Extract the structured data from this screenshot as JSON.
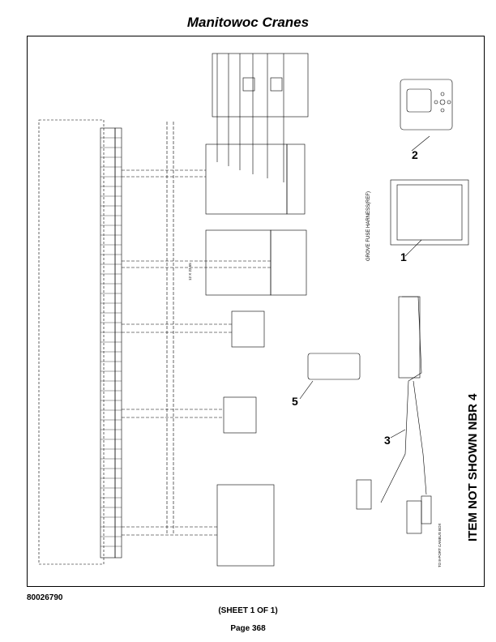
{
  "header": {
    "title": "Manitowoc Cranes"
  },
  "drawing": {
    "item_labels": [
      "1",
      "2",
      "3",
      "5"
    ],
    "side_note": "ITEM NOT SHOWN NBR 4",
    "harness_label": "GROVE FUSE HARNESS(REF)",
    "connector_note": "12 X 22 55",
    "canbus_note": "TO 8-PORT CANBUS BOX"
  },
  "footer": {
    "doc_number": "80026790",
    "sheet": "(SHEET 1 OF 1)",
    "page": "Page 368"
  }
}
